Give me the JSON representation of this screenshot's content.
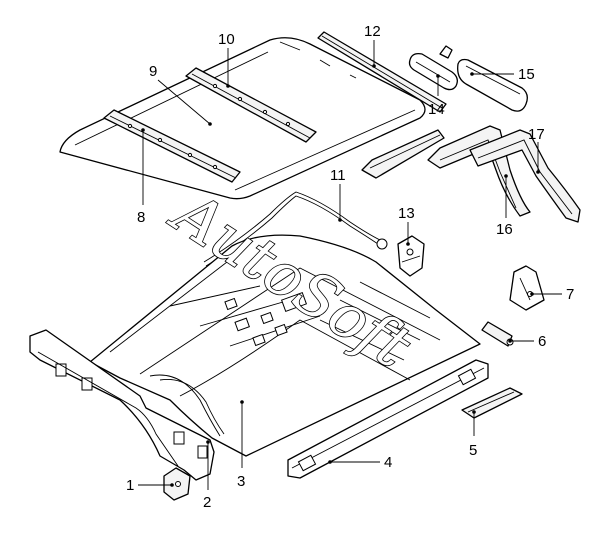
{
  "watermark": {
    "text": "AutoSoft"
  },
  "callouts": [
    {
      "id": "1",
      "label": "1"
    },
    {
      "id": "2",
      "label": "2"
    },
    {
      "id": "3",
      "label": "3"
    },
    {
      "id": "4",
      "label": "4"
    },
    {
      "id": "5",
      "label": "5"
    },
    {
      "id": "6",
      "label": "6"
    },
    {
      "id": "7",
      "label": "7"
    },
    {
      "id": "8",
      "label": "8"
    },
    {
      "id": "9",
      "label": "9"
    },
    {
      "id": "10",
      "label": "10"
    },
    {
      "id": "11",
      "label": "11"
    },
    {
      "id": "12",
      "label": "12"
    },
    {
      "id": "13",
      "label": "13"
    },
    {
      "id": "14",
      "label": "14"
    },
    {
      "id": "15",
      "label": "15"
    },
    {
      "id": "16",
      "label": "16"
    },
    {
      "id": "17",
      "label": "17"
    }
  ]
}
